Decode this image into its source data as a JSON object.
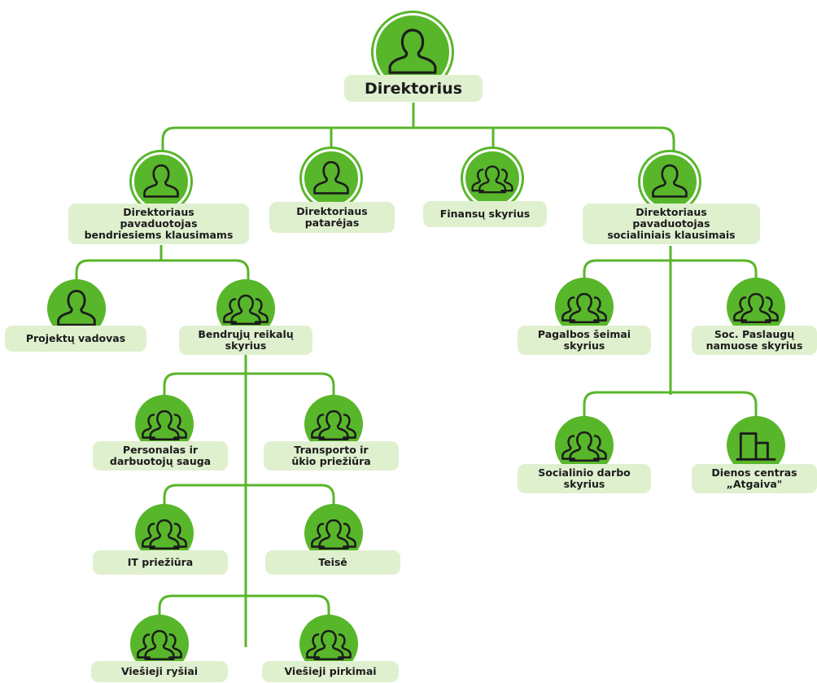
{
  "colors": {
    "accent": "#58b62a",
    "line": "#58b62a",
    "label_bg": "#dff0cf",
    "text": "#1c1c1c"
  },
  "nodes": {
    "director": {
      "label": "Direktorius",
      "icon": "person-icon"
    },
    "deputy_general": {
      "label": "Direktoriaus\npavaduotojas\nbendriesiems klausimams",
      "icon": "person-icon"
    },
    "advisor": {
      "label": "Direktoriaus\npatarėjas",
      "icon": "person-icon"
    },
    "finance": {
      "label": "Finansų skyrius",
      "icon": "group-icon"
    },
    "deputy_social": {
      "label": "Direktoriaus\npavaduotojas\nsocialiniais klausimais",
      "icon": "person-icon"
    },
    "project_manager": {
      "label": "Projektų vadovas",
      "icon": "person-icon"
    },
    "general_affairs": {
      "label": "Bendrųjų reikalų\nskyrius",
      "icon": "group-icon"
    },
    "personnel": {
      "label": "Personalas ir\ndarbuotojų sauga",
      "icon": "group-icon"
    },
    "transport": {
      "label": "Transporto ir\nūkio priežiūra",
      "icon": "group-icon"
    },
    "it": {
      "label": "IT priežiūra",
      "icon": "group-icon"
    },
    "law": {
      "label": "Teisė",
      "icon": "group-icon"
    },
    "pr": {
      "label": "Viešieji ryšiai",
      "icon": "group-icon"
    },
    "procurement": {
      "label": "Viešieji pirkimai",
      "icon": "group-icon"
    },
    "family_help": {
      "label": "Pagalbos šeimai\nskyrius",
      "icon": "group-icon"
    },
    "home_services": {
      "label": "Soc. Paslaugų\nnamuose skyrius",
      "icon": "group-icon"
    },
    "social_work": {
      "label": "Socialinio darbo\nskyrius",
      "icon": "group-icon"
    },
    "day_center": {
      "label": "Dienos centras\n„Atgaiva\"",
      "icon": "building-icon"
    }
  }
}
